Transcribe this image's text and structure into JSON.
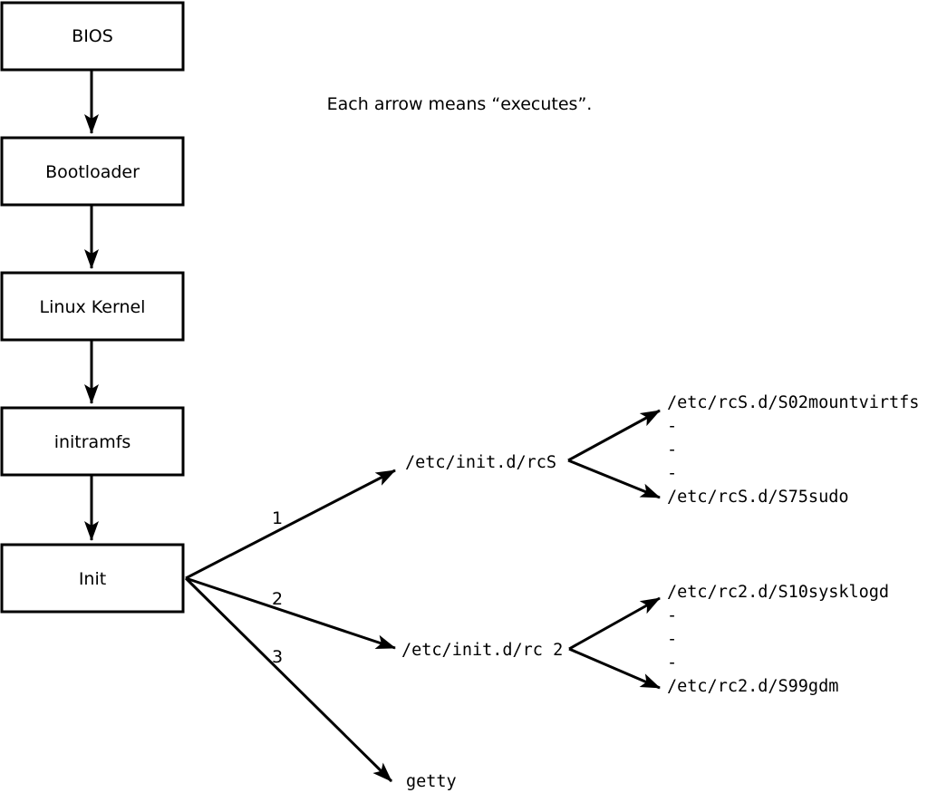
{
  "colors": {
    "ink": "#000000",
    "background": "#ffffff",
    "box_fill": "#ffffff"
  },
  "note": {
    "text": "Each arrow means “executes”."
  },
  "boot_chain": {
    "boxes": [
      {
        "label": "BIOS"
      },
      {
        "label": "Bootloader"
      },
      {
        "label": "Linux Kernel"
      },
      {
        "label": "initramfs"
      },
      {
        "label": "Init"
      }
    ]
  },
  "init_fanout": {
    "branches": [
      {
        "order": "1",
        "target": "/etc/init.d/rcS"
      },
      {
        "order": "2",
        "target": "/etc/init.d/rc 2"
      },
      {
        "order": "3",
        "target": "getty"
      }
    ]
  },
  "rcS_scripts": {
    "items": [
      "/etc/rcS.d/S02mountvirtfs",
      "-",
      "-",
      "-",
      "/etc/rcS.d/S75sudo"
    ]
  },
  "rc2_scripts": {
    "items": [
      "/etc/rc2.d/S10sysklogd",
      "-",
      "-",
      "-",
      "/etc/rc2.d/S99gdm"
    ]
  }
}
